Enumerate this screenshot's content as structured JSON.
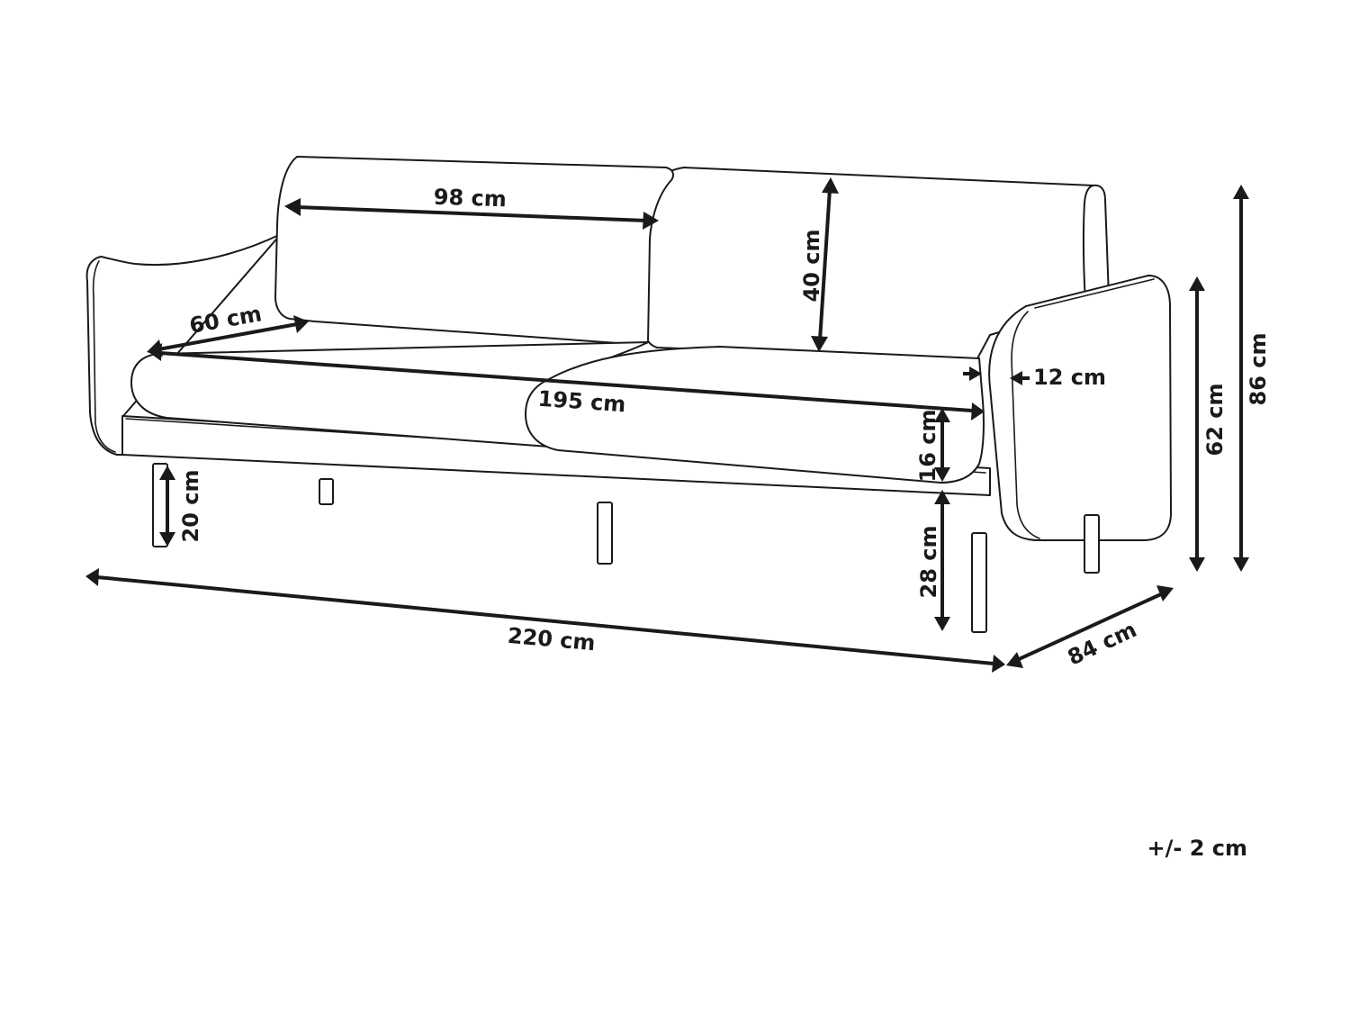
{
  "product": "three-seater sofa",
  "dimensions": {
    "backrest_width": "98 cm",
    "backrest_height": "40 cm",
    "seat_depth": "60 cm",
    "seat_width": "195 cm",
    "armrest_width": "12 cm",
    "cushion_thickness": "16 cm",
    "leg_height": "20 cm",
    "seat_height_from_floor": "28 cm",
    "armrest_height": "62 cm",
    "total_height": "86 cm",
    "total_width": "220 cm",
    "total_depth": "84 cm"
  },
  "tolerance": "+/- 2 cm",
  "colors": {
    "line": "#1a1a1a",
    "background": "#ffffff"
  }
}
